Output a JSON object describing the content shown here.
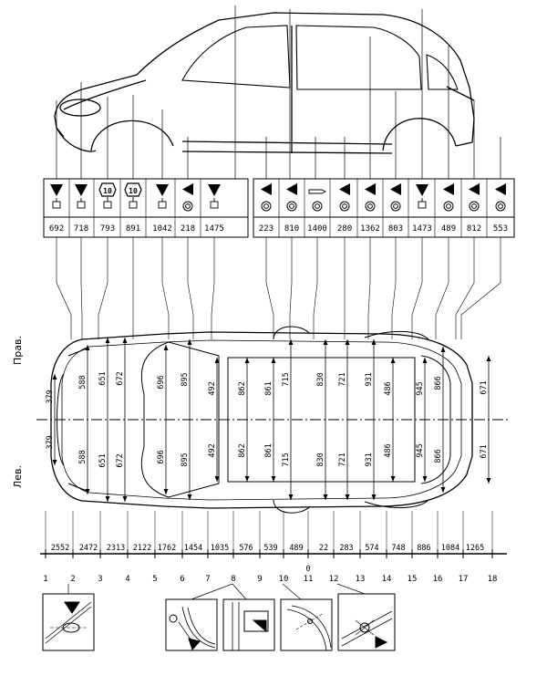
{
  "side_labels": {
    "right": "Прав.",
    "left": "Лев."
  },
  "top_points": [
    {
      "value": "692",
      "symbol": "triangle-down"
    },
    {
      "value": "718",
      "symbol": "triangle-down"
    },
    {
      "value": "793",
      "symbol": "hex-10",
      "hex_text": "10"
    },
    {
      "value": "891",
      "symbol": "hex-10",
      "hex_text": "10"
    },
    {
      "value": "1042",
      "symbol": "triangle-down"
    },
    {
      "value": "218",
      "symbol": "triangle-left"
    },
    {
      "value": "1475",
      "symbol": "triangle-down"
    },
    {
      "value": "223",
      "symbol": "triangle-left"
    },
    {
      "value": "810",
      "symbol": "triangle-left"
    },
    {
      "value": "1400",
      "symbol": "bolt"
    },
    {
      "value": "280",
      "symbol": "triangle-left"
    },
    {
      "value": "1362",
      "symbol": "triangle-left"
    },
    {
      "value": "803",
      "symbol": "triangle-left"
    },
    {
      "value": "1473",
      "symbol": "triangle-down"
    },
    {
      "value": "489",
      "symbol": "triangle-left"
    },
    {
      "value": "812",
      "symbol": "triangle-left"
    },
    {
      "value": "553",
      "symbol": "triangle-left"
    }
  ],
  "right_half_widths": [
    "379",
    "588",
    "651",
    "672",
    "696",
    "895",
    "492",
    "862",
    "861",
    "715",
    "830",
    "721",
    "931",
    "486",
    "945",
    "866",
    "671"
  ],
  "left_half_widths": [
    "379",
    "588",
    "651",
    "672",
    "696",
    "895",
    "492",
    "862",
    "861",
    "715",
    "830",
    "721",
    "931",
    "486",
    "945",
    "866",
    "671"
  ],
  "longitudinal": [
    "2552",
    "2472",
    "2313",
    "2122",
    "1762",
    "1454",
    "1035",
    "576",
    "539",
    "489",
    "22",
    "283",
    "574",
    "748",
    "886",
    "1084",
    "1265"
  ],
  "zero_mark": "0",
  "point_numbers": [
    "1",
    "2",
    "3",
    "4",
    "5",
    "6",
    "7",
    "8",
    "9",
    "10",
    "11",
    "12",
    "13",
    "14",
    "15",
    "16",
    "17",
    "18"
  ]
}
